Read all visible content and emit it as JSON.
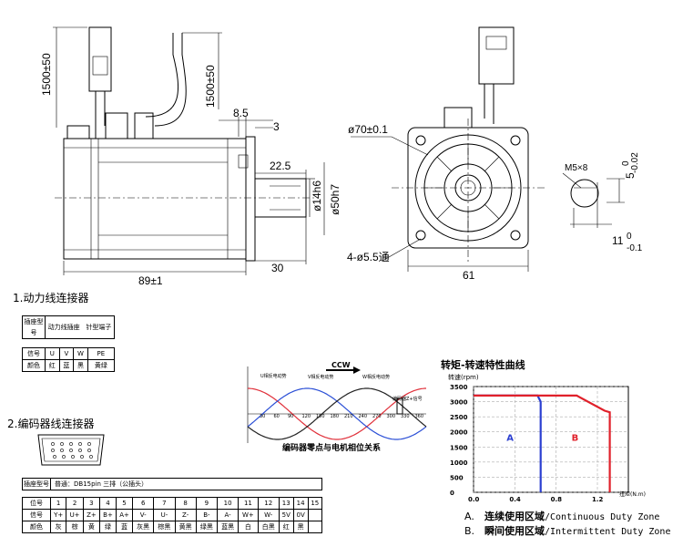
{
  "drawing": {
    "side_dims": {
      "cable_len_left": "1500±50",
      "cable_len_right": "1500±50",
      "flange_thk": "8.5",
      "spigot": "3",
      "shaft_len": "22.5",
      "shaft_dia": "ø14h6",
      "spigot_dia": "ø50h7",
      "body_len": "89±1",
      "shaft_total": "30"
    },
    "front_dims": {
      "pcd": "ø70±0.1",
      "holes": "4-ø5.5通",
      "flange_w": "61"
    },
    "shaft_dims": {
      "thread": "M5×8",
      "key_w_main": "5",
      "key_w_upper": "0",
      "key_w_lower": "-0.02",
      "key_h_main": "11",
      "key_h_upper": "0",
      "key_h_lower": "-0.1"
    }
  },
  "power": {
    "title": "1.动力线连接器",
    "header": [
      "插座型号",
      "动力线插座",
      "针型端子"
    ],
    "row1": [
      "信号",
      "U",
      "V",
      "W",
      "PE"
    ],
    "row2": [
      "颜色",
      "红",
      "蓝",
      "黑",
      "黄绿"
    ]
  },
  "encoder": {
    "title": "2.编码器线连接器",
    "header_label": "插座型号",
    "header_value": "普通：DB15pin 三排（公插头）",
    "pins_label": "位号",
    "pins": [
      "1",
      "2",
      "3",
      "4",
      "5",
      "6",
      "7",
      "8",
      "9",
      "10",
      "11",
      "12",
      "13",
      "14",
      "15"
    ],
    "sig_label": "信号",
    "signals": [
      "Y+",
      "U+",
      "Z+",
      "B+",
      "A+",
      "V-",
      "U-",
      "Z-",
      "B-",
      "A-",
      "W+",
      "W-",
      "5V",
      "0V",
      ""
    ],
    "color_label": "颜色",
    "colors": [
      "灰",
      "棕",
      "黄",
      "绿",
      "蓝",
      "灰黑",
      "棕黑",
      "黄黑",
      "绿黑",
      "蓝黑",
      "白",
      "白黑",
      "红",
      "黑",
      ""
    ]
  },
  "phase": {
    "ccw": "CCW",
    "u": "U相反电动势",
    "v": "V相反电动势",
    "w": "W相反电动势",
    "z": "编码器Z+信号",
    "caption": "编码器零点与电机相位关系",
    "ticks": [
      "30",
      "60",
      "90",
      "120",
      "150",
      "180",
      "210",
      "240",
      "270",
      "300",
      "330",
      "360"
    ],
    "colors": {
      "u": "#e0303a",
      "v": "#2b4fd6",
      "w": "#222222"
    }
  },
  "chart_data": {
    "type": "area",
    "title": "转矩-转速特性曲线",
    "ylabel": "转速(rpm)",
    "xlabel": "扭矩(N.m)",
    "yticks": [
      0,
      500,
      1000,
      1500,
      2000,
      2500,
      3000,
      3500
    ],
    "xticks": [
      "0.0",
      "0.4",
      "0.8",
      "1.2"
    ],
    "xlim": [
      0,
      1.5
    ],
    "ylim": [
      0,
      3500
    ],
    "grid": true,
    "series": [
      {
        "name": "A",
        "color": "#2b3fd0",
        "x": [
          0,
          0.62,
          0.65,
          0.65
        ],
        "y": [
          3200,
          3200,
          3000,
          0
        ]
      },
      {
        "name": "B",
        "color": "#e0202a",
        "x": [
          0,
          1.0,
          1.27,
          1.32,
          1.32
        ],
        "y": [
          3200,
          3200,
          2700,
          2650,
          0
        ]
      }
    ],
    "region_labels": [
      {
        "label": "A",
        "x": 0.32,
        "y": 1700,
        "color": "#2b3fd0"
      },
      {
        "label": "B",
        "x": 0.95,
        "y": 1700,
        "color": "#e0202a"
      }
    ],
    "legend": [
      {
        "key": "A.",
        "cn": "连续使用区域",
        "en": "/Continuous Duty Zone"
      },
      {
        "key": "B.",
        "cn": "瞬间使用区域",
        "en": "/Intermittent Duty Zone"
      }
    ]
  }
}
